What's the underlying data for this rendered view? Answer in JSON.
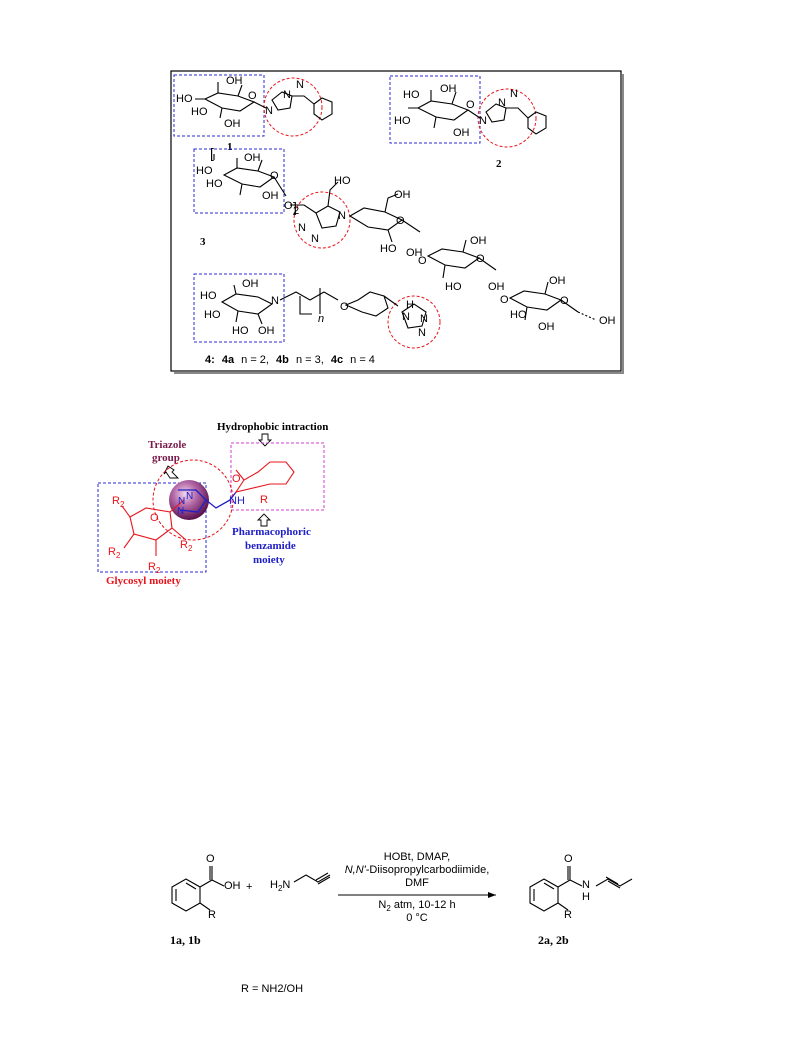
{
  "figure1": {
    "compounds": {
      "c1": "1",
      "c2": "2",
      "c3": "3",
      "c4_bold": "4:",
      "c4a": "4a",
      "c4a_n": "n = 2,",
      "c4b": "4b",
      "c4b_n": "n = 3,",
      "c4c": "4c",
      "c4c_n": "n = 4"
    },
    "atoms": {
      "HO": "HO",
      "OH": "OH",
      "O": "O",
      "N": "N",
      "NH": "NH",
      "H": "H",
      "HN": "HN",
      "sub2": "2",
      "n": "n"
    }
  },
  "figure2": {
    "hydrophobic": "Hydrophobic intraction",
    "triazole_line1": "Triazole",
    "triazole_line2": "group",
    "pharm_line1": "Pharmacophoric",
    "pharm_line2": "benzamide",
    "pharm_line3": "moiety",
    "glycosyl": "Glycosyl moiety",
    "R2": "R",
    "R2sub": "2",
    "R": "R",
    "O": "O",
    "NH": "NH",
    "N": "N"
  },
  "scheme": {
    "reagent1": "HOBt, DMAP,",
    "reagent2_italic": "N,N'",
    "reagent2_rest": "-Diisopropylcarbodiimide,",
    "reagent3": "DMF",
    "cond1_pre": "N",
    "cond1_sub": "2",
    "cond1_post": " atm, 10-12 h",
    "cond2": "0 °C",
    "plus": "+",
    "start_label_a": "1a",
    "start_label_sep": ", ",
    "start_label_b": "1b",
    "product_label_a": "2a",
    "product_label_b": "2b",
    "r_def": "R = NH2/OH",
    "OH": "OH",
    "O": "O",
    "H2N_H": "H",
    "H2N_2": "2",
    "H2N_N": "N",
    "R": "R",
    "H": "H",
    "N": "N"
  },
  "colors": {
    "blue_box": "#2a2ad6",
    "red_circle": "#e8141b",
    "magenta_box": "#d23fd2",
    "purple_text": "#7a1a4a",
    "red_text": "#e8141b",
    "blue_text": "#2020c8",
    "sphere": "#8a2a7a"
  }
}
